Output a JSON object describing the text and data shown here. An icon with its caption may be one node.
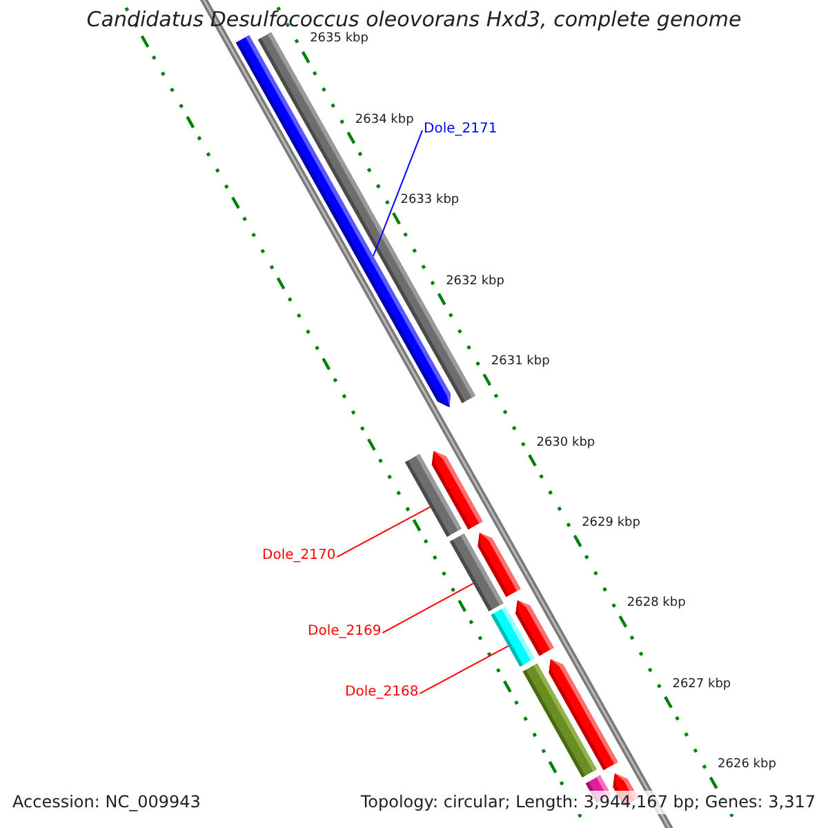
{
  "diagram": {
    "title": "Candidatus Desulfococcus oleovorans Hxd3, complete genome",
    "nodes": [
      {
        "text": [
          "Dole_2171"
        ]
      },
      {
        "text": [],
        "shape": "bar"
      },
      {
        "text": [],
        "shape": "bar"
      },
      {
        "text": [],
        "shape": "bar"
      },
      {
        "text": [],
        "shape": "bar"
      },
      {
        "text": [],
        "shape": "bar"
      },
      {
        "text": [],
        "shape": "bar"
      },
      {
        "text": [],
        "shape": "bar"
      },
      {
        "text": [
          "Dole_2170"
        ]
      },
      {
        "text": [],
        "shape": "bar"
      },
      {
        "text": [
          "Dole_2169"
        ]
      },
      {
        "text": [],
        "shape": "bar"
      },
      {
        "text": [
          "Dole_2168"
        ]
      },
      {
        "text": [],
        "shape": "bar"
      },
      {
        "text": [],
        "shape": "bar"
      },
      {
        "text": [],
        "shape": "bar"
      }
    ],
    "edges": [
      {
        "from": 0,
        "to": 1,
        "arrow": "none",
        "color": "#0000ff"
      },
      {
        "from": 8,
        "to": 9,
        "arrow": "none"
      },
      {
        "from": 10,
        "to": 11,
        "arrow": "none"
      },
      {
        "from": 12,
        "to": 13,
        "arrow": "none"
      }
    ],
    "labels": [
      "2635 kbp",
      "2634 kbp",
      "2633 kbp",
      "2632 kbp",
      "2631 kbp",
      "2630 kbp",
      "2629 kbp",
      "2628 kbp",
      "2627 kbp",
      "2626 kbp",
      "Accession: NC_009943",
      "Topology: circular; Length: 3,944,167 bp; Genes: 3,317"
    ]
  }
}
